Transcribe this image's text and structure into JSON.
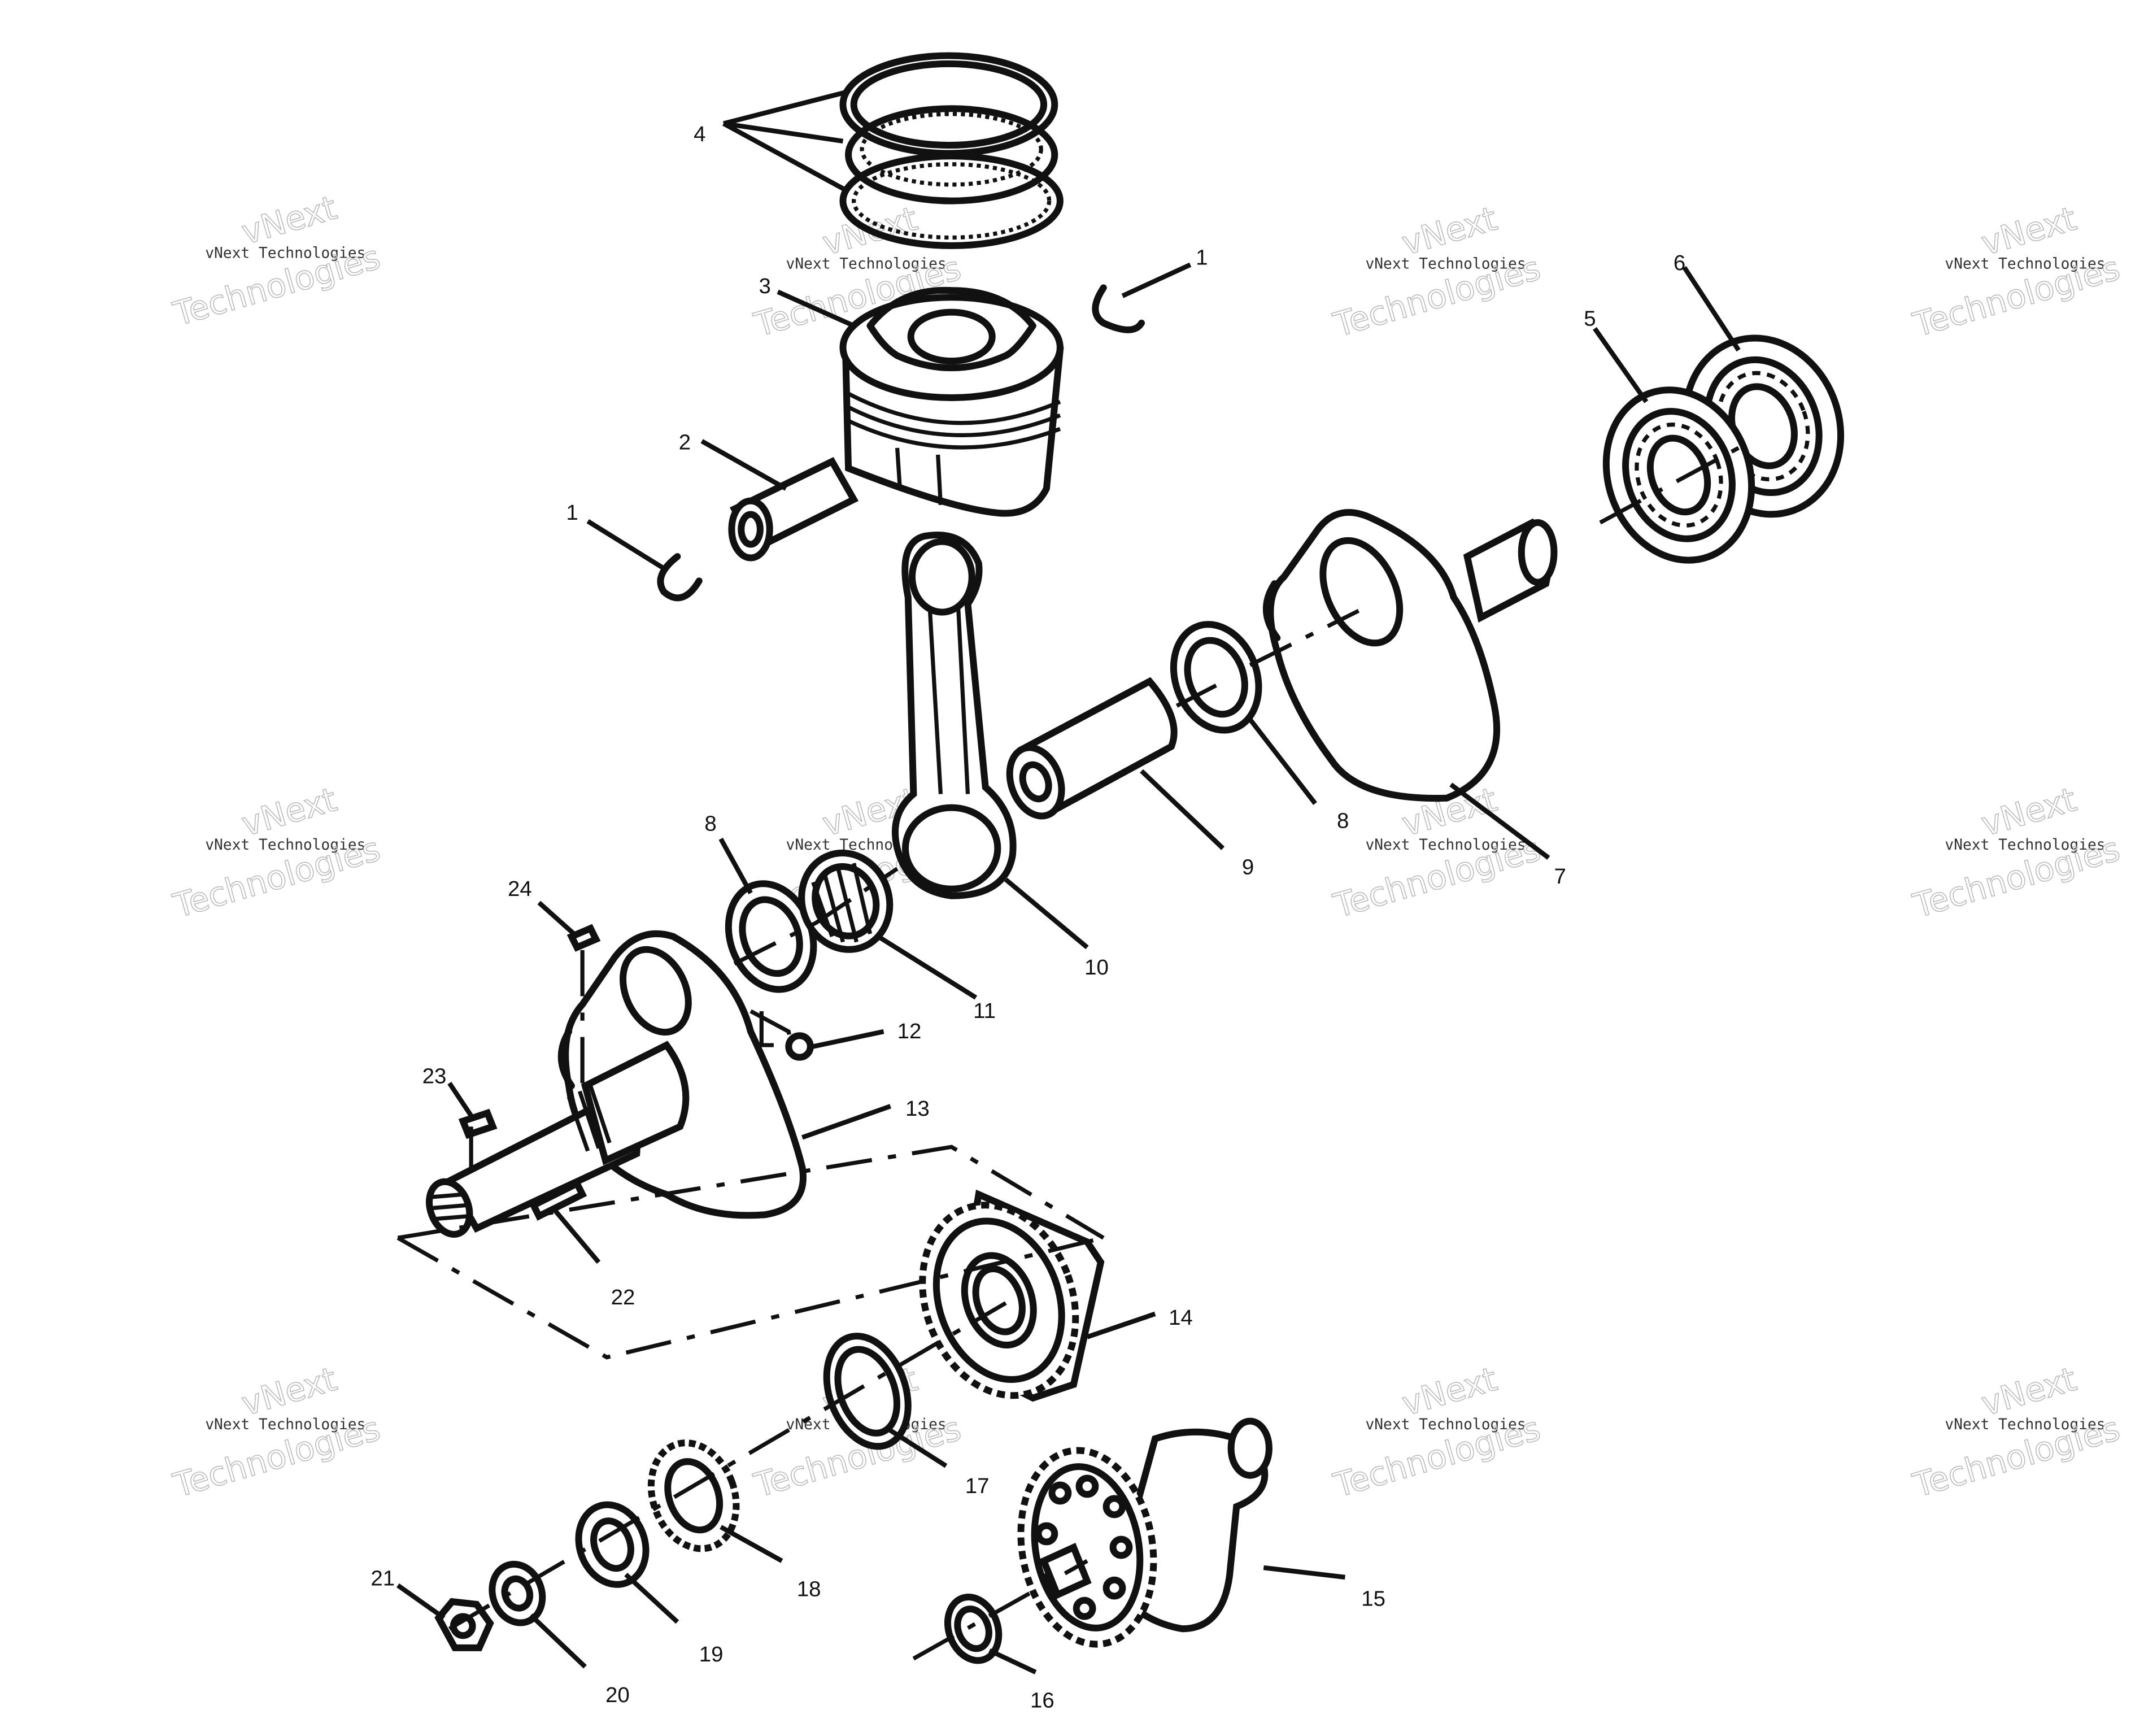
{
  "callouts": [
    "1",
    "1",
    "2",
    "3",
    "4",
    "5",
    "6",
    "7",
    "8",
    "8",
    "9",
    "10",
    "11",
    "12",
    "13",
    "14",
    "15",
    "16",
    "17",
    "18",
    "19",
    "20",
    "21",
    "22",
    "23",
    "24"
  ],
  "watermark": {
    "name": "vNext Technologies",
    "word1": "vNext",
    "word2": "Technologies"
  }
}
